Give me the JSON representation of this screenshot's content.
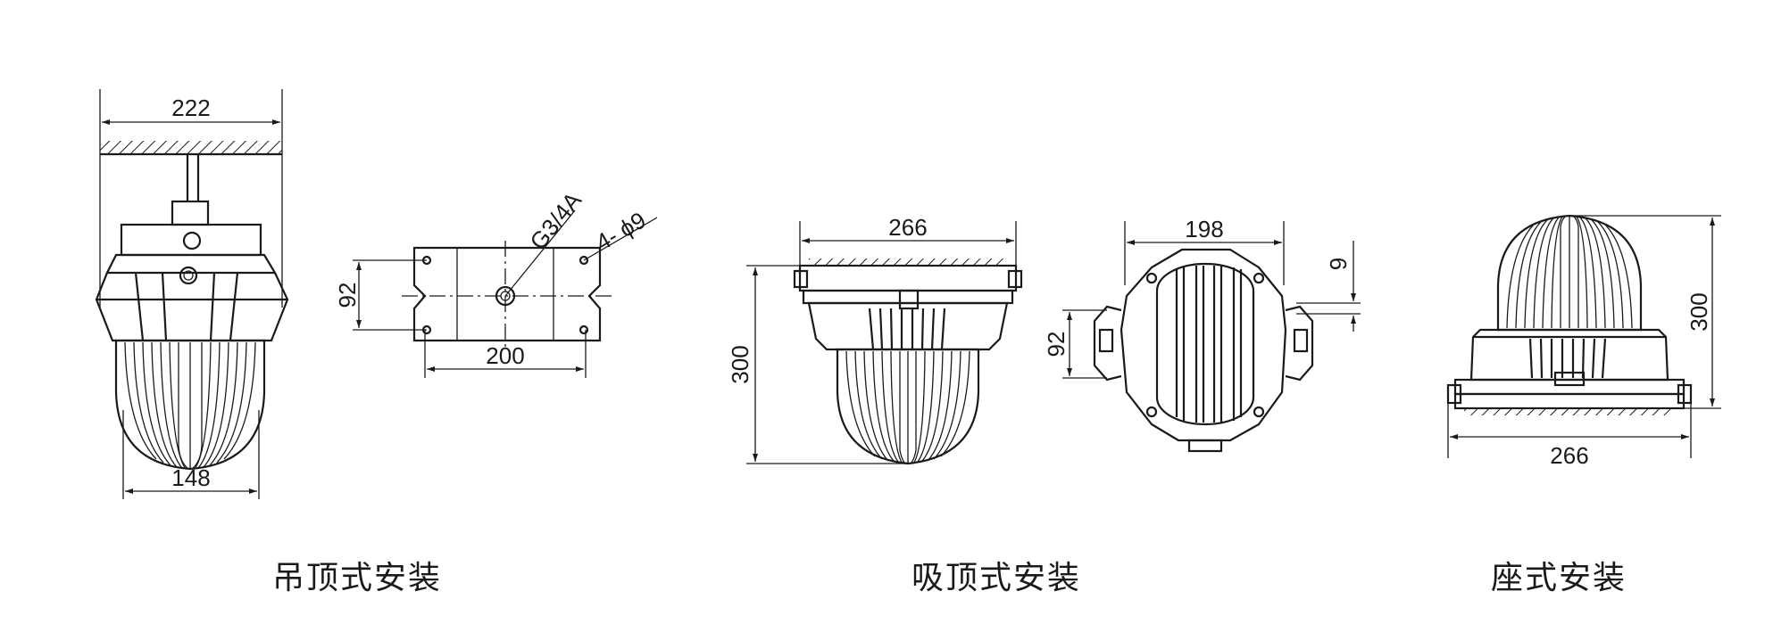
{
  "views": {
    "pendant": {
      "caption": "吊顶式安装",
      "dim_top": "222",
      "dim_bottom": "148"
    },
    "bracket": {
      "dim_height": "92",
      "dim_width": "200",
      "thread_label": "G3/4A",
      "holes_label": "4- ϕ9"
    },
    "ceiling": {
      "caption": "吸顶式安装",
      "dim_top": "266",
      "dim_height": "300"
    },
    "ceiling_top": {
      "dim_width": "198",
      "dim_height": "92",
      "dim_small": "9"
    },
    "base": {
      "caption": "座式安装",
      "dim_bottom": "266",
      "dim_height": "300"
    }
  }
}
